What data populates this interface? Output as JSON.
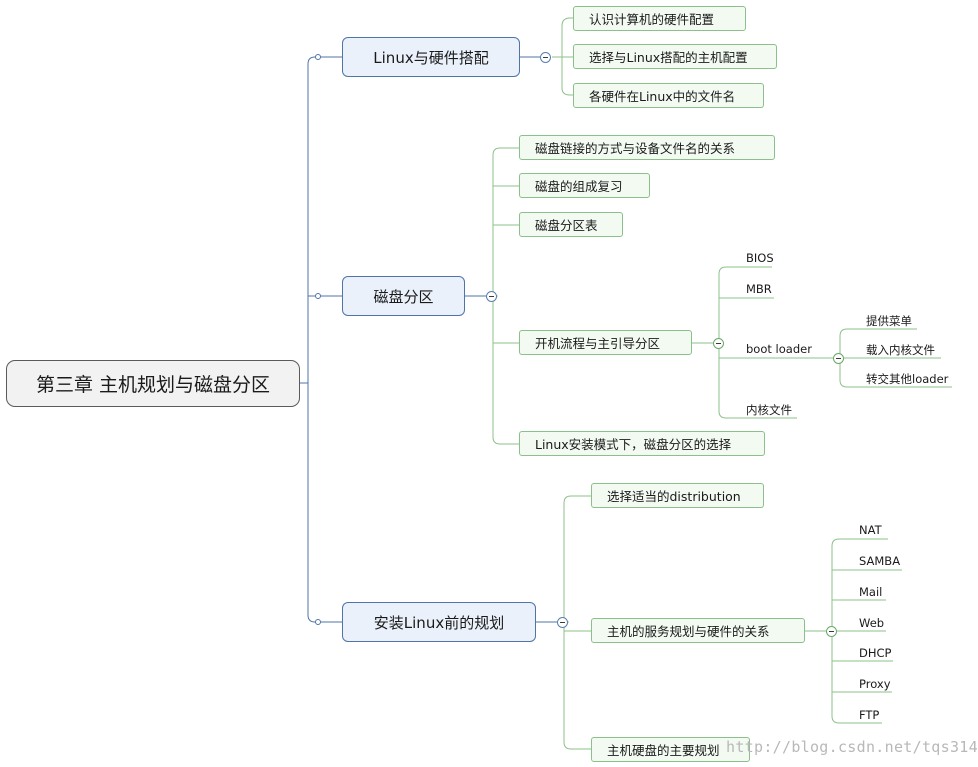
{
  "root": {
    "label": "第三章  主机规划与磁盘分区"
  },
  "branches": [
    {
      "label": "Linux与硬件搭配",
      "children": [
        {
          "label": "认识计算机的硬件配置"
        },
        {
          "label": "选择与Linux搭配的主机配置"
        },
        {
          "label": "各硬件在Linux中的文件名"
        }
      ]
    },
    {
      "label": "磁盘分区",
      "children": [
        {
          "label": "磁盘链接的方式与设备文件名的关系"
        },
        {
          "label": "磁盘的组成复习"
        },
        {
          "label": "磁盘分区表"
        },
        {
          "label": "开机流程与主引导分区",
          "children": [
            {
              "label": "BIOS"
            },
            {
              "label": "MBR"
            },
            {
              "label": "boot loader",
              "children": [
                {
                  "label": "提供菜单"
                },
                {
                  "label": "载入内核文件"
                },
                {
                  "label": "转交其他loader"
                }
              ]
            },
            {
              "label": "内核文件"
            }
          ]
        },
        {
          "label": "Linux安装模式下，磁盘分区的选择"
        }
      ]
    },
    {
      "label": "安装Linux前的规划",
      "children": [
        {
          "label": "选择适当的distribution"
        },
        {
          "label": "主机的服务规划与硬件的关系",
          "children": [
            {
              "label": "NAT"
            },
            {
              "label": "SAMBA"
            },
            {
              "label": "Mail"
            },
            {
              "label": "Web"
            },
            {
              "label": "DHCP"
            },
            {
              "label": "Proxy"
            },
            {
              "label": "FTP"
            }
          ]
        },
        {
          "label": "主机硬盘的主要规划"
        }
      ]
    }
  ],
  "watermark": "http://blog.csdn.net/tqs314",
  "colors": {
    "main_border": "#4f74a8",
    "sub_border": "#8cc08a",
    "main_fill": "#eaf1fb",
    "sub_fill": "#f3faf2"
  }
}
